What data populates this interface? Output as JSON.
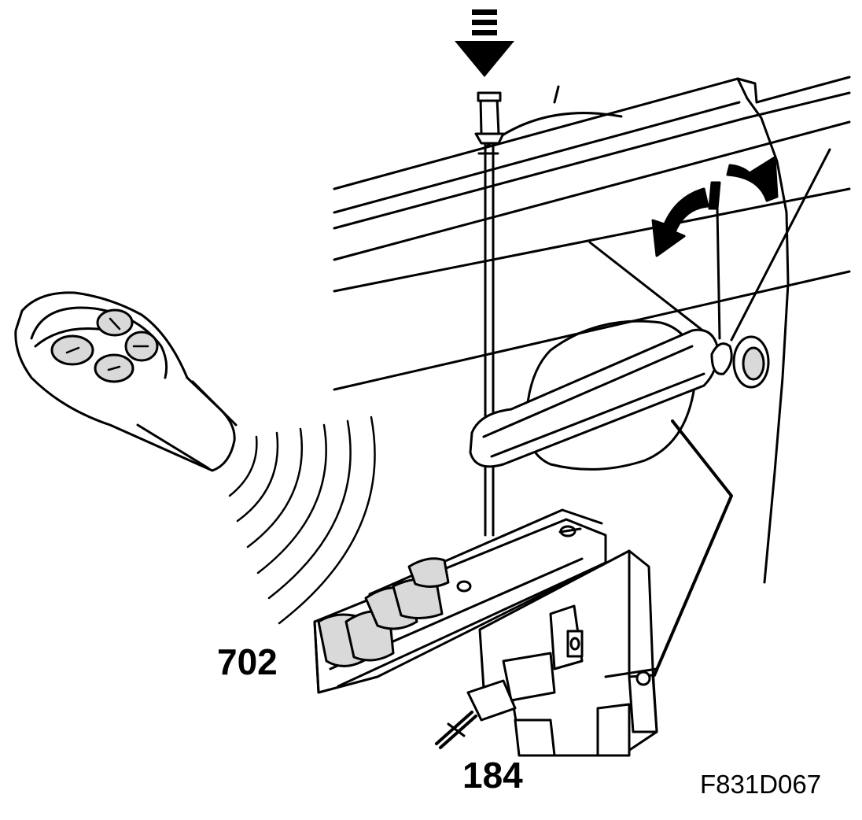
{
  "callouts": {
    "window_switch": "702",
    "door_lock": "184"
  },
  "figure_code": "F831D067",
  "colors": {
    "line": "#000000",
    "fill": "#ffffff",
    "shade": "#d9d9d9"
  }
}
